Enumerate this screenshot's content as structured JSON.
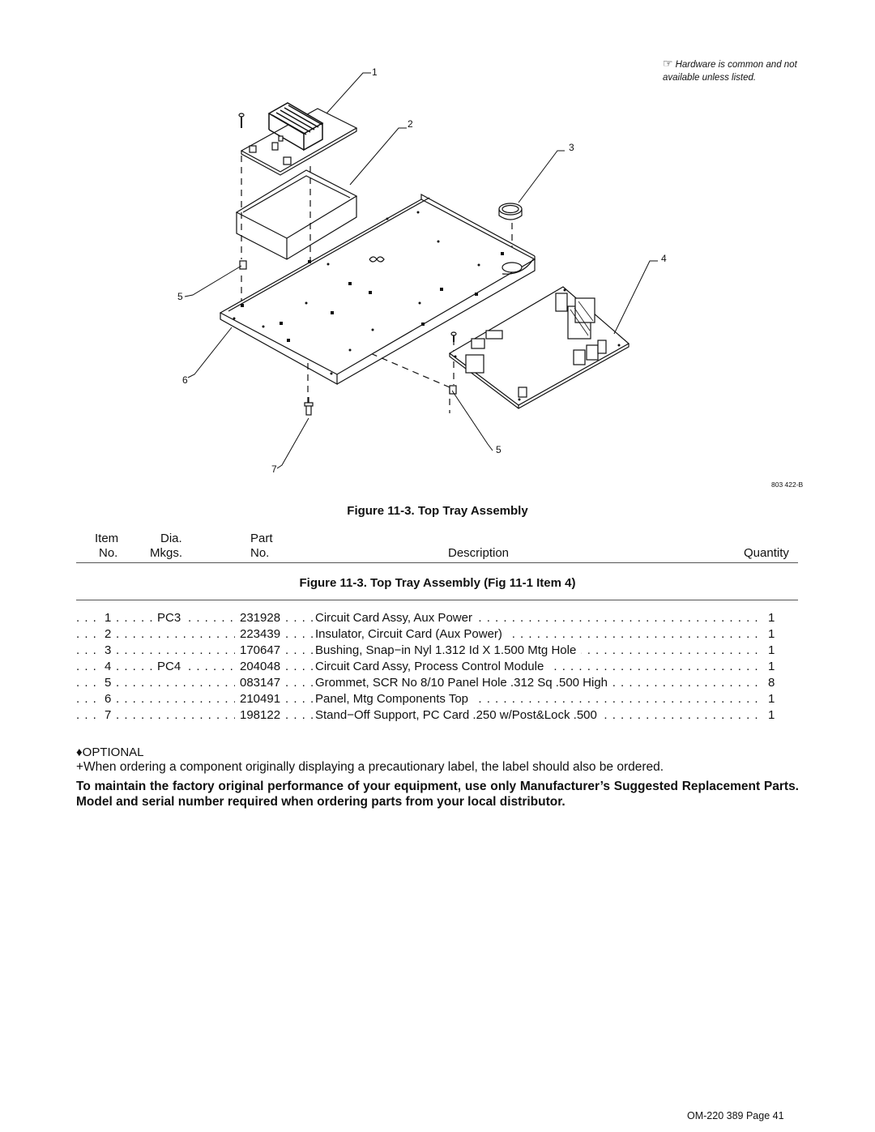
{
  "note": {
    "hand_icon": "pointing-hand-icon",
    "text": "Hardware is common and not available unless listed."
  },
  "callouts": [
    "1",
    "2",
    "3",
    "4",
    "5",
    "6",
    "7",
    "5"
  ],
  "drawing_number": "803 422-B",
  "figure_title": "Figure 11-3. Top Tray Assembly",
  "table_headers": {
    "item_line1": "Item",
    "item_line2": "No.",
    "dia_line1": "Dia.",
    "dia_line2": "Mkgs.",
    "part_line1": "Part",
    "part_line2": "No.",
    "description": "Description",
    "quantity": "Quantity"
  },
  "section_title": "Figure 11-3. Top Tray Assembly (Fig 11-1 Item 4)",
  "parts": [
    {
      "item": "1",
      "dia": "PC3",
      "part": "231928",
      "desc": "Circuit Card Assy, Aux Power",
      "qty": "1"
    },
    {
      "item": "2",
      "dia": "",
      "part": "223439",
      "desc": "Insulator, Circuit Card (Aux Power)",
      "qty": "1"
    },
    {
      "item": "3",
      "dia": "",
      "part": "170647",
      "desc": "Bushing, Snap−in Nyl 1.312 Id X 1.500 Mtg Hole",
      "qty": "1"
    },
    {
      "item": "4",
      "dia": "PC4",
      "part": "204048",
      "desc": "Circuit Card Assy, Process Control Module",
      "qty": "1"
    },
    {
      "item": "5",
      "dia": "",
      "part": "083147",
      "desc": "Grommet, SCR No 8/10 Panel Hole .312 Sq .500 High",
      "qty": "8"
    },
    {
      "item": "6",
      "dia": "",
      "part": "210491",
      "desc": "Panel, Mtg Components Top",
      "qty": "1"
    },
    {
      "item": "7",
      "dia": "",
      "part": "198122",
      "desc": "Stand−Off Support, PC Card .250 w/Post&Lock .500",
      "qty": "1"
    }
  ],
  "optional_label": "♦OPTIONAL",
  "label_note": "+When ordering a component originally displaying a precautionary label, the label should also be ordered.",
  "maintain_note": "To maintain the factory original performance of your equipment, use only Manufacturer’s Suggested Replacement Parts. Model and serial number required when ordering parts from your local distributor.",
  "footer": "OM-220 389 Page 41"
}
